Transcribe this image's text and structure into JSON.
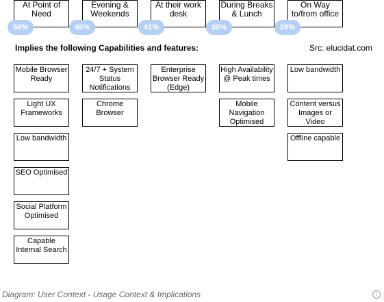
{
  "contexts": [
    {
      "label": "At Point of\nNeed",
      "pct": "58%"
    },
    {
      "label": "Evening &\nWeekends",
      "pct": "46%"
    },
    {
      "label": "At their work\ndesk",
      "pct": "41%"
    },
    {
      "label": "During Breaks\n& Lunch",
      "pct": "30%"
    },
    {
      "label": "On Way\nto/from office",
      "pct": "28%"
    }
  ],
  "heading": "Implies the following Capabilities and features:",
  "source": "Src: elucidat.com",
  "capabilities": {
    "col1": [
      "Mobile Browser\nReady",
      "Light UX\nFrameworks",
      "Low bandwidth",
      "SEO Optimised",
      "Social Platform\nOptimised",
      "Capable\nInternal Search"
    ],
    "col2": [
      "24/7 + System\nStatus\nNotifications",
      "Chrome\nBrowser"
    ],
    "col3": [
      "Enterprise\nBrowser Ready\n(Edge)"
    ],
    "col4": [
      "High Availability\n@ Peak times",
      "Mobile\nNavigation\nOptimised"
    ],
    "col5": [
      "Low bandwidth",
      "Content versus\nImages or Video",
      "Offline capable"
    ]
  },
  "caption": "Diagram: User Context - Usage Context & Implications",
  "info_icon": "info-icon"
}
